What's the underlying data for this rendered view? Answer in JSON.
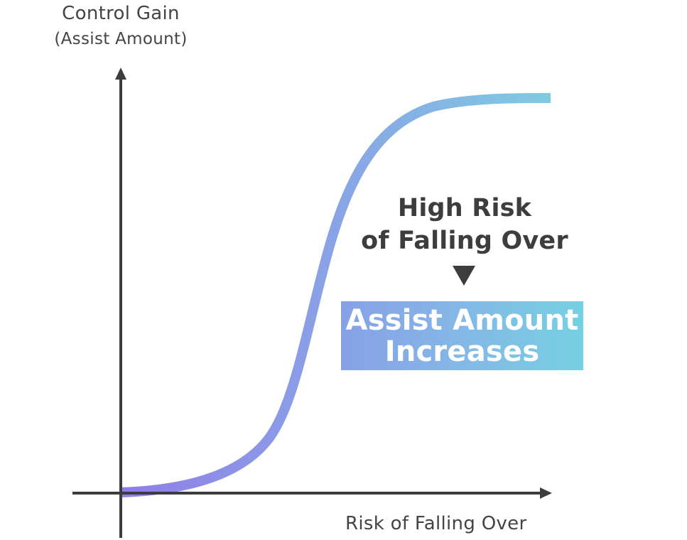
{
  "diagram": {
    "y_axis": {
      "label_line1": "Control Gain",
      "label_line2": "(Assist Amount)"
    },
    "x_axis": {
      "label": "Risk of Falling Over"
    },
    "callout": {
      "line1": "High Risk",
      "line2": "of Falling Over",
      "arrow_icon": "down-triangle-icon"
    },
    "result_box": {
      "line1": "Assist Amount",
      "line2": "Increases"
    },
    "curve": {
      "shape": "sigmoid",
      "description": "Control gain rises slowly at low risk, steeply at mid risk, and plateaus at high risk",
      "gradient_start": "#8f7de8",
      "gradient_end": "#7ecbe0"
    },
    "colors": {
      "axis": "#3d3d3d",
      "text": "#3d3d3d",
      "box_gradient_start": "#87a1e6",
      "box_gradient_end": "#76d0e3",
      "box_text": "#ffffff"
    }
  }
}
